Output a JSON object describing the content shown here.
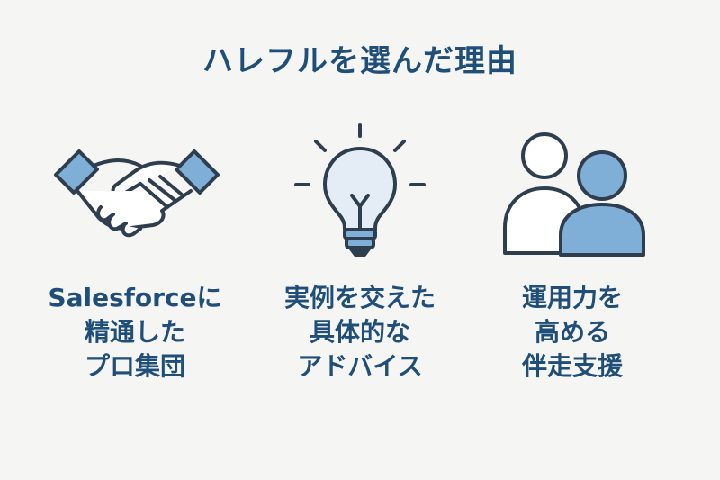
{
  "title": "ハレフルを選んだ理由",
  "colors": {
    "text": "#1f4e79",
    "icon_stroke": "#2f3e4e",
    "icon_fill": "#7faed6",
    "bulb_fill": "#e4edf6",
    "background": "#f5f5f4"
  },
  "reasons": [
    {
      "icon": "handshake-icon",
      "lines": [
        "Salesforceに",
        "精通した",
        "プロ集団"
      ]
    },
    {
      "icon": "lightbulb-icon",
      "lines": [
        "実例を交えた",
        "具体的な",
        "アドバイス"
      ]
    },
    {
      "icon": "people-icon",
      "lines": [
        "運用力を",
        "高める",
        "伴走支援"
      ]
    }
  ]
}
